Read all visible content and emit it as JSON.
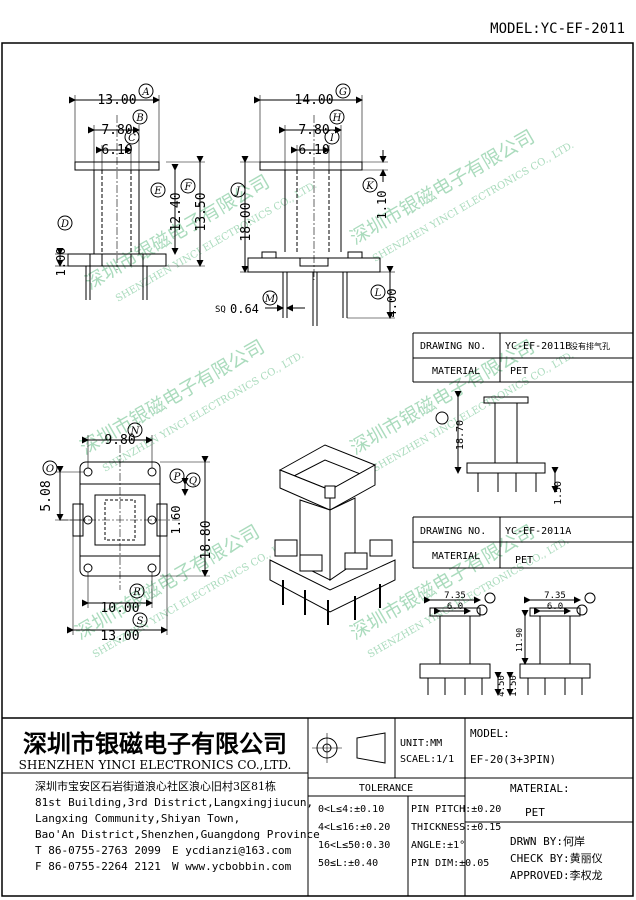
{
  "model_header": "MODEL:YC-EF-2011",
  "watermark": {
    "cn": "深圳市银磁电子有限公司",
    "en": "SHENZHEN YINCI ELECTRONICS CO., LTD."
  },
  "views": {
    "front": {
      "dims": [
        "13.00",
        "7.80",
        "6.10",
        "12.40",
        "13.50",
        "1.00"
      ],
      "tags": [
        "A",
        "B",
        "C",
        "D",
        "E",
        "F"
      ]
    },
    "side": {
      "dims": [
        "14.00",
        "7.80",
        "6.10",
        "18.00",
        "1.10",
        "4.00",
        "0.64"
      ],
      "sq_label": "SQ",
      "tags": [
        "G",
        "H",
        "I",
        "J",
        "K",
        "L",
        "M"
      ]
    },
    "bottom": {
      "dims": [
        "9.80",
        "5.08",
        "1.60",
        "18.80",
        "10.00",
        "13.00"
      ],
      "tags": [
        "N",
        "O",
        "P",
        "Q",
        "R",
        "S"
      ]
    }
  },
  "variant_b": {
    "drawing_no_label": "DRAWING NO.",
    "drawing_no": "YC-EF-2011B",
    "note": "没有排气孔",
    "material_label": "MATERIAL",
    "material": "PET",
    "dims": [
      "18.70",
      "1.50"
    ]
  },
  "variant_a": {
    "drawing_no_label": "DRAWING NO.",
    "drawing_no": "YC-EF-2011A",
    "material_label": "MATERIAL",
    "material": "PET",
    "dims_left": [
      "7.35",
      "6.0",
      "4.50"
    ],
    "dims_right": [
      "7.35",
      "6.0",
      "11.90",
      "1.50"
    ]
  },
  "title_block": {
    "company_cn": "深圳市银磁电子有限公司",
    "company_en": "SHENZHEN YINCI ELECTRONICS CO.,LTD.",
    "address_cn": "深圳市宝安区石岩街道浪心社区浪心旧村3区81栋",
    "address_en": [
      "81st Building,3rd District,Langxingjiucun,",
      "Langxing Community,Shiyan Town,",
      "Bao'An District,Shenzhen,Guangdong Province"
    ],
    "tel": "T 86-0755-2763 2099",
    "email": "E ycdianzi@163.com",
    "fax": "F 86-0755-2264 2121",
    "web": "W www.ycbobbin.com",
    "unit": "UNIT:MM",
    "scale": "SCAEL:1/1",
    "model_label": "MODEL:",
    "model_value": "EF-20(3+3PIN)",
    "tolerance_title": "TOLERANCE",
    "tolerance_rows": [
      "0<L≤4:±0.10",
      "4<L≤16:±0.20",
      "16<L≤50:0.30",
      "50≤L:±0.40"
    ],
    "spec_rows": [
      "PIN PITCH:±0.20",
      "THICKNESS:±0.15",
      "ANGLE:±1°",
      "PIN DIM:±0.05"
    ],
    "material_label": "MATERIAL:",
    "material_value": "PET",
    "drawn_by": "DRWN BY:何岸",
    "check_by": "CHECK BY:黄丽仪",
    "approved": "APPROVED:李权龙"
  }
}
